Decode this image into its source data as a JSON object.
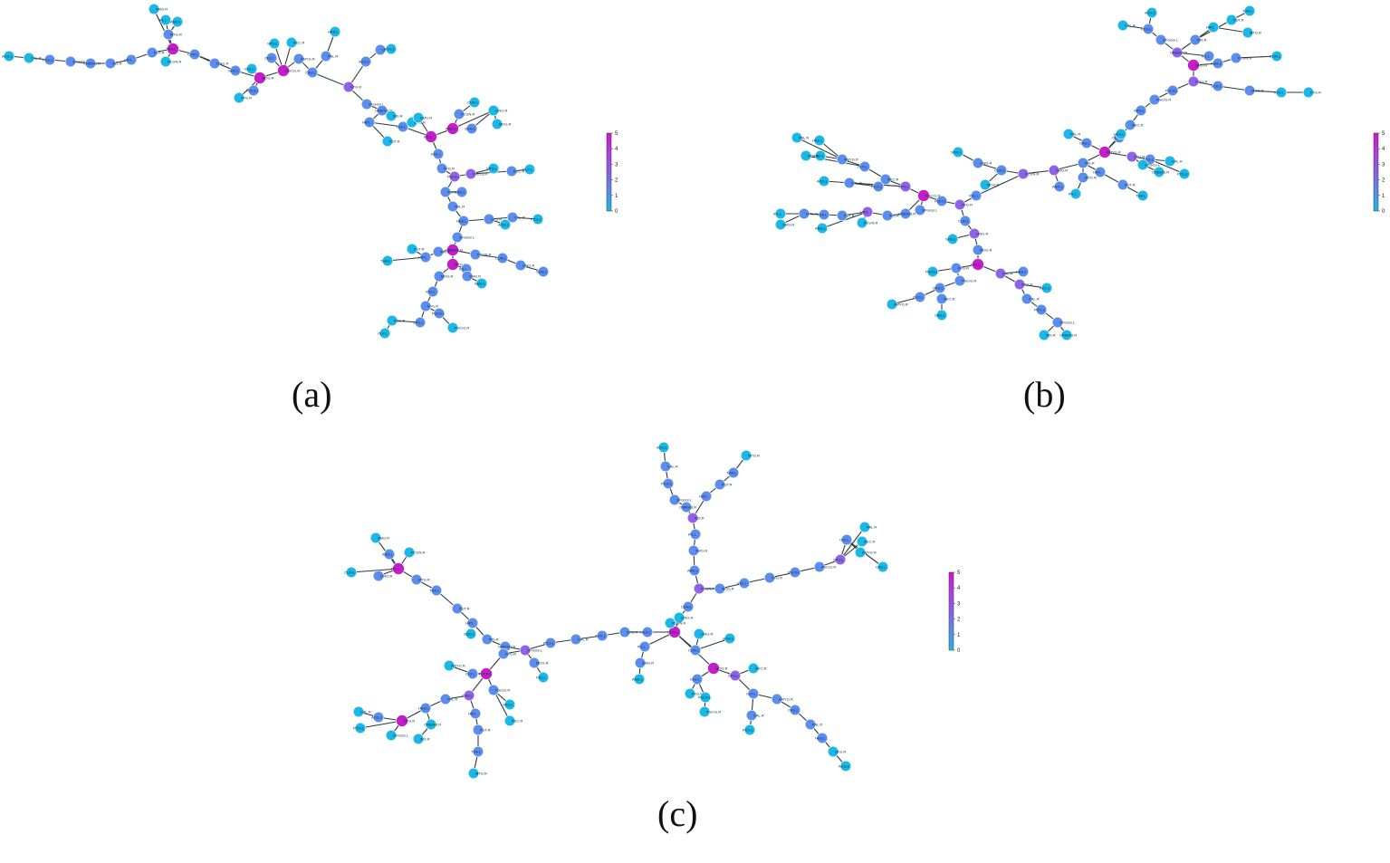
{
  "figure": {
    "panel_labels": [
      "(a)",
      "(b)",
      "(c)"
    ],
    "colorbar": {
      "min": 0,
      "max": 5,
      "ticks": [
        "0",
        "1",
        "2",
        "3",
        "4",
        "5"
      ],
      "colors": [
        "#1ab8e6",
        "#5a8de8",
        "#8a5fe6",
        "#b03ee0",
        "#d414c8"
      ]
    },
    "node_colors": {
      "leaf": "#1ab8e6",
      "degree2": "#5b8def",
      "degree3": "#8f63e8",
      "hub": "#c21fc9"
    }
  }
}
